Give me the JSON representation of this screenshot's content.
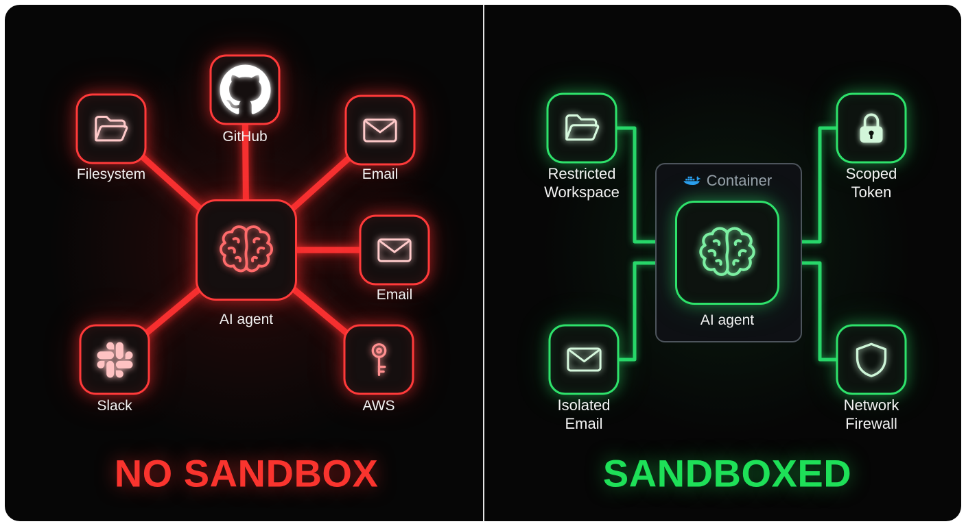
{
  "left_panel": {
    "title": "NO SANDBOX",
    "accent_color": "#ff2e2e",
    "center_node": {
      "label": "AI agent",
      "icon": "brain-icon"
    },
    "nodes": [
      {
        "label": "Filesystem",
        "icon": "folder-icon"
      },
      {
        "label": "GitHub",
        "icon": "github-icon"
      },
      {
        "label": "Email",
        "icon": "envelope-icon"
      },
      {
        "label": "Email",
        "icon": "envelope-icon"
      },
      {
        "label": "Slack",
        "icon": "slack-icon"
      },
      {
        "label": "AWS",
        "icon": "key-icon"
      }
    ]
  },
  "right_panel": {
    "title": "SANDBOXED",
    "accent_color": "#22d95c",
    "container_label": "Container",
    "container_icon": "docker-icon",
    "center_node": {
      "label": "AI agent",
      "icon": "brain-icon"
    },
    "nodes": [
      {
        "lines": [
          "Restricted",
          "Workspace"
        ],
        "icon": "folder-icon"
      },
      {
        "lines": [
          "Scoped",
          "Token"
        ],
        "icon": "lock-icon"
      },
      {
        "lines": [
          "Isolated",
          "Email"
        ],
        "icon": "envelope-icon"
      },
      {
        "lines": [
          "Network",
          "Firewall"
        ],
        "icon": "shield-icon"
      }
    ]
  }
}
